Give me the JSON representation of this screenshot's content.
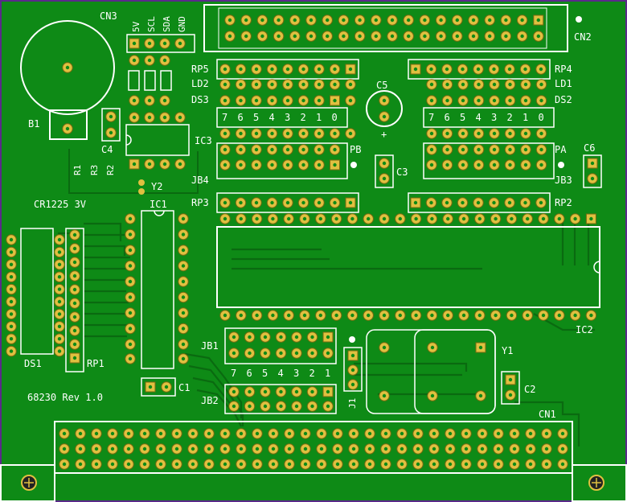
{
  "colors": {
    "board": "#0e8a16",
    "board_edge": "#5a2a8a",
    "copper_trace": "#0a6a10",
    "pad": "#e0c040",
    "pad_ring": "#7a6a10",
    "silkscreen": "#ffffff"
  },
  "labels": {
    "cn3": "CN3",
    "cn3_pins": [
      "5V",
      "SCL",
      "SDA",
      "GND"
    ],
    "cn2": "CN2",
    "b1": "B1",
    "c4": "C4",
    "ic3": "IC3",
    "r1": "R1",
    "r3": "R3",
    "r2": "R2",
    "y2": "Y2",
    "battery": "CR1225  3V",
    "ic1": "IC1",
    "rp5": "RP5",
    "ld2": "LD2",
    "ds3": "DS3",
    "rp4": "RP4",
    "ld1": "LD1",
    "ds2": "DS2",
    "c5": "C5",
    "plus": "+",
    "pb": "PB",
    "pa": "PA",
    "c6": "C6",
    "c3": "C3",
    "jb4": "JB4",
    "jb3": "JB3",
    "rp3": "RP3",
    "rp2": "RP2",
    "ic2": "IC2",
    "ds1": "DS1",
    "rp1": "RP1",
    "jb1": "JB1",
    "jb2": "JB2",
    "bit_numbers_top": [
      "7",
      "6",
      "5",
      "4",
      "3",
      "2",
      "1",
      "0"
    ],
    "bit_numbers_jb": [
      "7",
      "6",
      "5",
      "4",
      "3",
      "2",
      "1"
    ],
    "j1": "J1",
    "y1": "Y1",
    "c2": "C2",
    "c1": "C1",
    "cn1": "CN1",
    "board_rev": "68230  Rev 1.0"
  }
}
